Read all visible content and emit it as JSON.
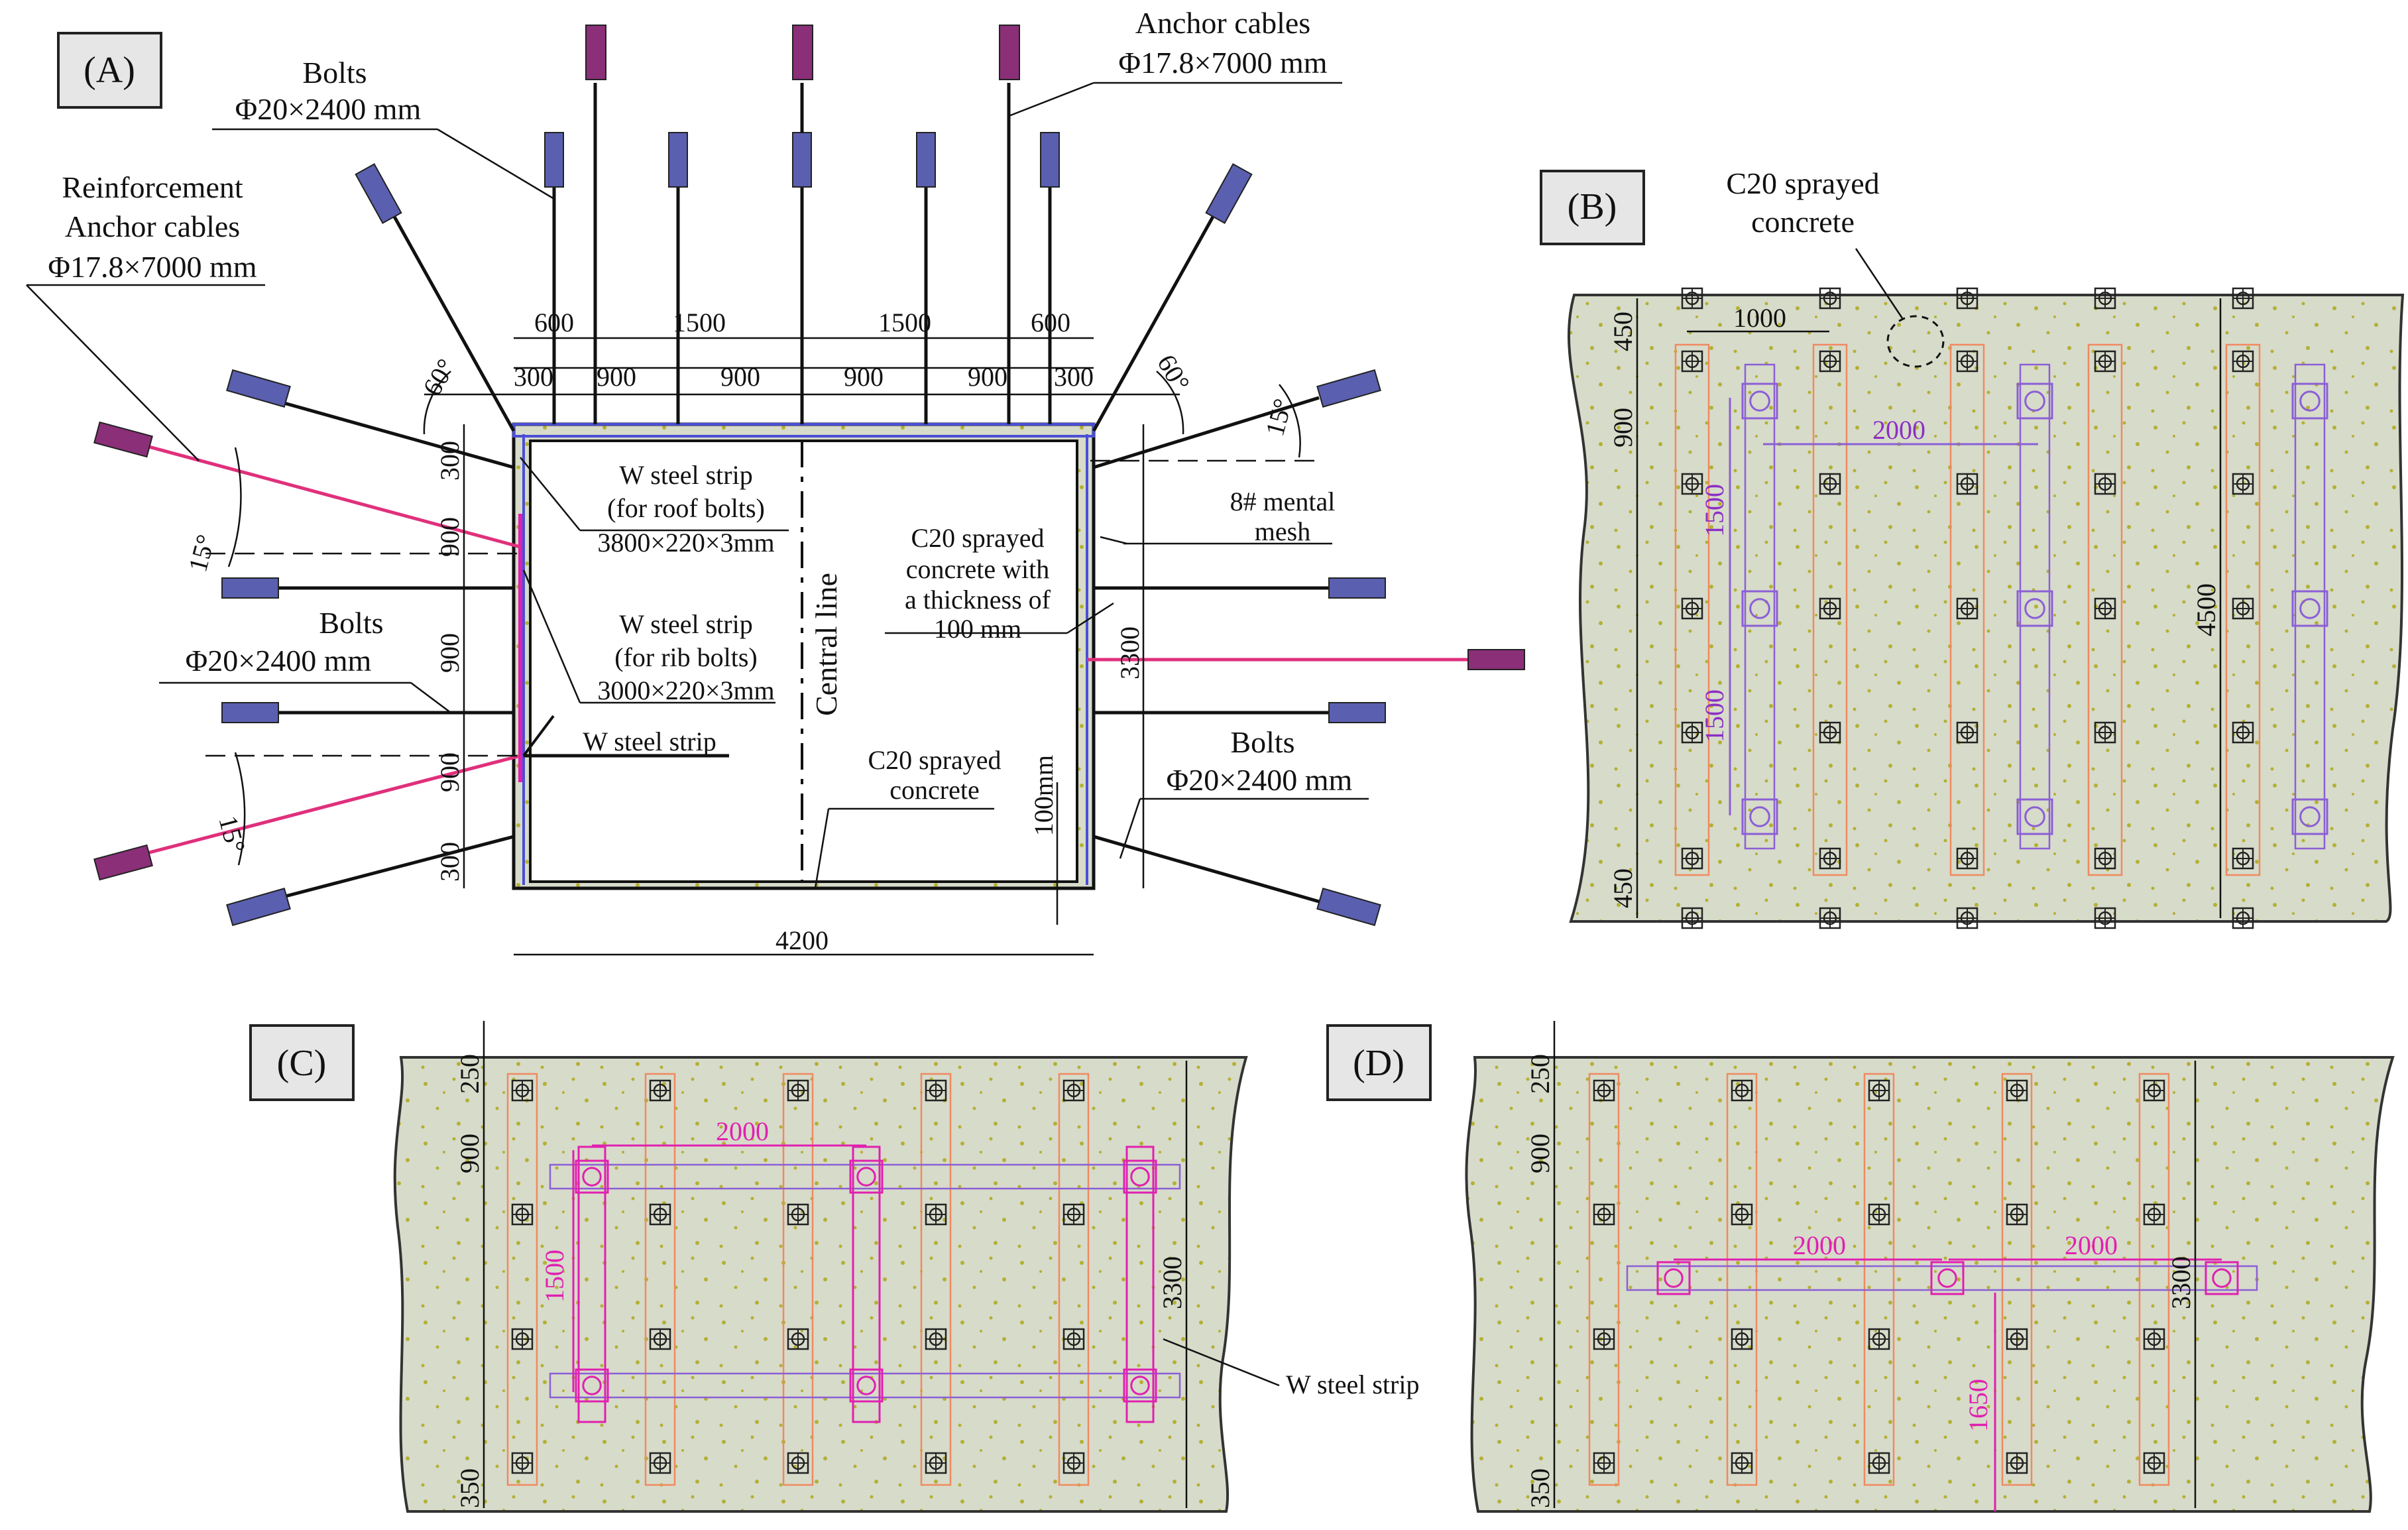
{
  "colors": {
    "bolt_plate": "#5a5fb0",
    "cable_anchor": "#8a2f78",
    "cable_line": "#e0307c",
    "concrete_fill": "#d7dbca",
    "concrete_dots": "#b4b033",
    "strip_orange": "#f08a60",
    "strip_purple": "#8b5fd6",
    "magenta": "#e020b0",
    "label_box": "#e6e6e6"
  },
  "panels": {
    "A": {
      "tag": "(A)",
      "bolts_top_label": "Bolts",
      "bolts_top_spec": "Φ20×2400 mm",
      "anchor_label": "Anchor cables",
      "anchor_spec": "Φ17.8×7000 mm",
      "reinf_label_1": "Reinforcement",
      "reinf_label_2": "Anchor cables",
      "reinf_spec": "Φ17.8×7000 mm",
      "bolts_left_label": "Bolts",
      "bolts_left_spec": "Φ20×2400 mm",
      "bolts_right_label": "Bolts",
      "bolts_right_spec": "Φ20×2400 mm",
      "roof_strip_1": "W steel strip",
      "roof_strip_2": "(for roof bolts)",
      "roof_strip_3": "3800×220×3mm",
      "rib_strip_1": "W steel strip",
      "rib_strip_2": "(for rib bolts)",
      "rib_strip_3": "3000×220×3mm",
      "w_steel_strip": "W steel strip",
      "central_line": "Central line",
      "sprayed_1": "C20 sprayed",
      "sprayed_2": "concrete with",
      "sprayed_3": "a thickness of",
      "sprayed_4": "100 mm",
      "mesh_1": "8# mental",
      "mesh_2": "mesh",
      "concrete_1": "C20 sprayed",
      "concrete_2": "concrete",
      "thickness": "100mm",
      "angle_60": "60°",
      "angle_15": "15°",
      "width": "4200",
      "height": "3300",
      "top_dims": [
        "600",
        "1500",
        "1500",
        "600"
      ],
      "spacing_dims": [
        "300",
        "900",
        "900",
        "900",
        "900",
        "300"
      ],
      "side_dims": [
        "300",
        "900",
        "900",
        "900",
        "300"
      ]
    },
    "B": {
      "tag": "(B)",
      "concrete_1": "C20 sprayed",
      "concrete_2": "concrete",
      "dim_1000": "1000",
      "dim_2000": "2000",
      "dim_1500": "1500",
      "dim_450": "450",
      "dim_900": "900",
      "dim_4500": "4500"
    },
    "C": {
      "tag": "(C)",
      "dim_250": "250",
      "dim_900": "900",
      "dim_2000": "2000",
      "dim_1500": "1500",
      "dim_3300": "3300",
      "dim_350": "350",
      "strip_label": "W steel strip"
    },
    "D": {
      "tag": "(D)",
      "dim_250": "250",
      "dim_900": "900",
      "dim_2000": "2000",
      "dim_3300": "3300",
      "dim_1650": "1650",
      "dim_350": "350"
    }
  }
}
